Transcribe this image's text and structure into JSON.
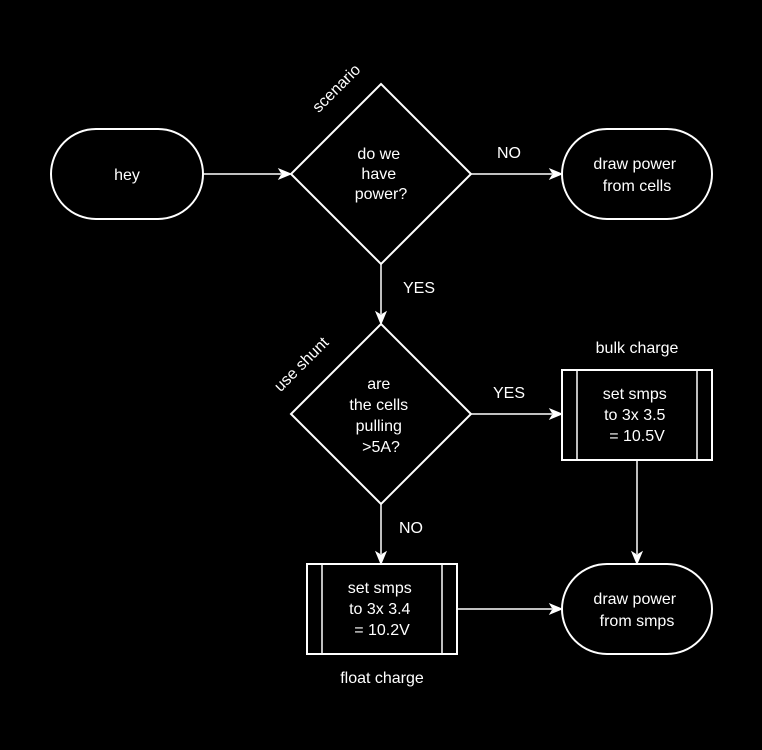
{
  "diagram": {
    "colors": {
      "background": "#000000",
      "stroke": "#ffffff",
      "text": "#ffffff"
    },
    "nodes": {
      "start": {
        "lines": [
          "hey"
        ]
      },
      "power_check": {
        "lines": [
          "do we",
          "have",
          "power?"
        ]
      },
      "draw_cells": {
        "lines": [
          "draw power",
          "from cells"
        ]
      },
      "cells_check": {
        "lines": [
          "are",
          "the cells",
          "pulling",
          ">5A?"
        ]
      },
      "bulk_set": {
        "lines": [
          "set smps",
          "to 3x 3.5",
          " = 10.5V"
        ]
      },
      "float_set": {
        "lines": [
          "set smps",
          "to 3x 3.4",
          " = 10.2V"
        ]
      },
      "draw_smps": {
        "lines": [
          "draw power",
          "from smps"
        ]
      }
    },
    "annotations": {
      "scenario": "scenario",
      "use_shunt": "use shunt",
      "bulk_charge": "bulk charge",
      "float_charge": "float charge"
    },
    "edge_labels": {
      "no_power": "NO",
      "yes_power": "YES",
      "yes_cells": "YES",
      "no_cells": "NO"
    }
  }
}
